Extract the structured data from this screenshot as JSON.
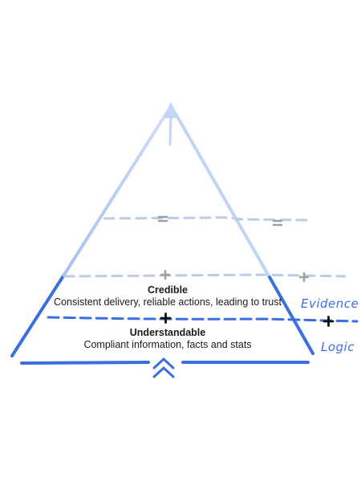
{
  "layers": [
    {
      "title": "Credible",
      "description": "Consistent delivery, reliable actions, leading to trust"
    },
    {
      "title": "Understandable",
      "description": "Compliant information, facts and stats"
    }
  ],
  "side_labels": {
    "evidence": "Evidence",
    "logic": "Logic"
  },
  "colors": {
    "primary": "#3b6fe0",
    "faded": "#b9cdf5",
    "dash_faded": "#bccbe6",
    "operator_faded": "#a0a0a0",
    "operator": "#111111"
  }
}
